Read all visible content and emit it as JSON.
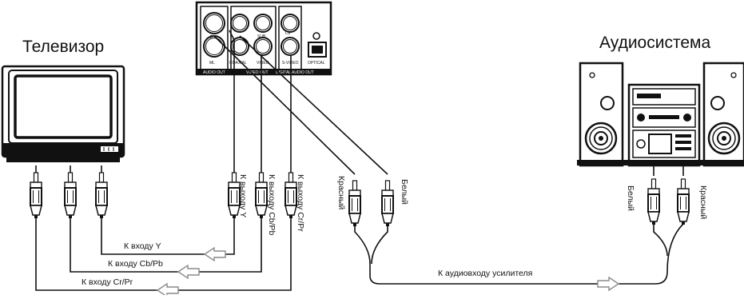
{
  "headings": {
    "tv": "Телевизор",
    "audio": "Аудиосистема"
  },
  "panel": {
    "jacks": {
      "r": "R",
      "ml": "ML",
      "sub": "SUB",
      "ctr": "Ctr",
      "coaxial": "COAXIAL",
      "video": "VIDEO",
      "svideo": "S-VIDEO",
      "optical": "OPTICAL"
    },
    "groups": {
      "audio_out": "AUDIO OUT",
      "video_out": "VIDEO OUT",
      "digital_audio_out": "DIGITAL AUDIO OUT"
    }
  },
  "vertical_labels": {
    "out_y": "К выходу Y",
    "out_cb": "К выходу Cb/Pb",
    "out_cr": "К выходу Cr/Pr",
    "red_src": "Красный",
    "white_src": "Белый",
    "white_amp": "Белый",
    "red_amp": "Красный"
  },
  "flow_labels": {
    "in_y": "К входу Y",
    "in_cb": "К входу Cb/Pb",
    "in_cr": "К входу Cr/Pr",
    "amp_in": "К аудиовходу усилителя"
  }
}
